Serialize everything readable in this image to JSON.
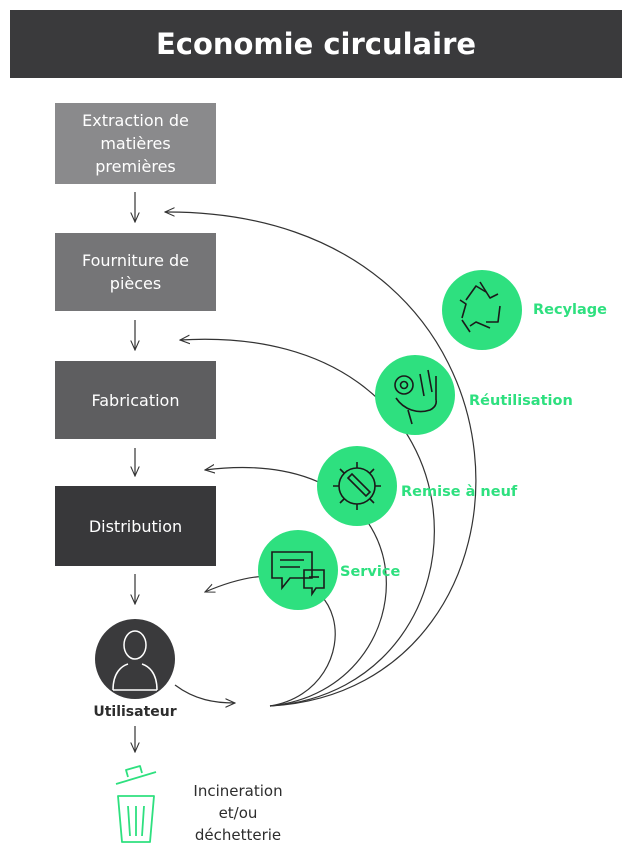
{
  "title": "Economie circulaire",
  "steps": [
    {
      "label": "Extraction de matières premières",
      "color": "#8a8a8c"
    },
    {
      "label": "Fourniture de pièces",
      "color": "#757577"
    },
    {
      "label": "Fabrication",
      "color": "#5e5e60"
    },
    {
      "label": "Distribution",
      "color": "#38383a"
    }
  ],
  "user_label": "Utilisateur",
  "end_label": "Incineration et/ou déchetterie",
  "loops": [
    {
      "label": "Recylage",
      "icon": "recycle-icon"
    },
    {
      "label": "Réutilisation",
      "icon": "hand-gear-icon"
    },
    {
      "label": "Remise à neuf",
      "icon": "gear-wrench-icon"
    },
    {
      "label": "Service",
      "icon": "chat-icon"
    }
  ],
  "colors": {
    "accent": "#2ee07f",
    "dark": "#3a3a3c",
    "line": "#333333"
  }
}
